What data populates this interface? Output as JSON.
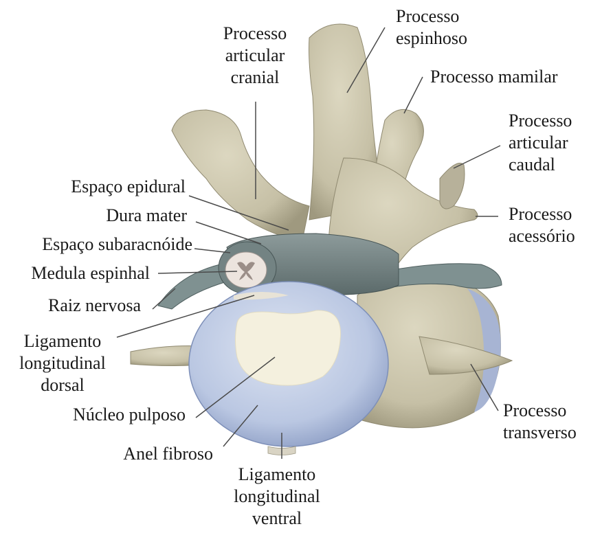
{
  "labels": {
    "processo_articular_cranial": [
      "Processo",
      "articular",
      "cranial"
    ],
    "processo_espinhoso": [
      "Processo",
      "espinhoso"
    ],
    "processo_mamilar": "Processo mamilar",
    "processo_articular_caudal": [
      "Processo",
      "articular",
      "caudal"
    ],
    "processo_acessorio": [
      "Processo",
      "acessório"
    ],
    "espaco_epidural": "Espaço epidural",
    "dura_mater": "Dura mater",
    "espaco_subaracnoide": "Espaço subaracnóide",
    "medula_espinhal": "Medula espinhal",
    "raiz_nervosa": "Raiz nervosa",
    "ligamento_longitudinal_dorsal": [
      "Ligamento",
      "longitudinal",
      "dorsal"
    ],
    "nucleo_pulposo": "Núcleo pulposo",
    "anel_fibroso": "Anel fibroso",
    "ligamento_longitudinal_ventral": [
      "Ligamento",
      "longitudinal",
      "ventral"
    ],
    "processo_transverso": [
      "Processo",
      "transverso"
    ]
  },
  "colors": {
    "bone": "#cfc9b0",
    "bone_shadow": "#a9a38a",
    "disc": "#b9c6e0",
    "disc_edge": "#93a4c8",
    "nucleus": "#f3efdc",
    "dura": "#6f7f7f",
    "cord": "#eae2dc",
    "leader": "#4a4a4a"
  }
}
